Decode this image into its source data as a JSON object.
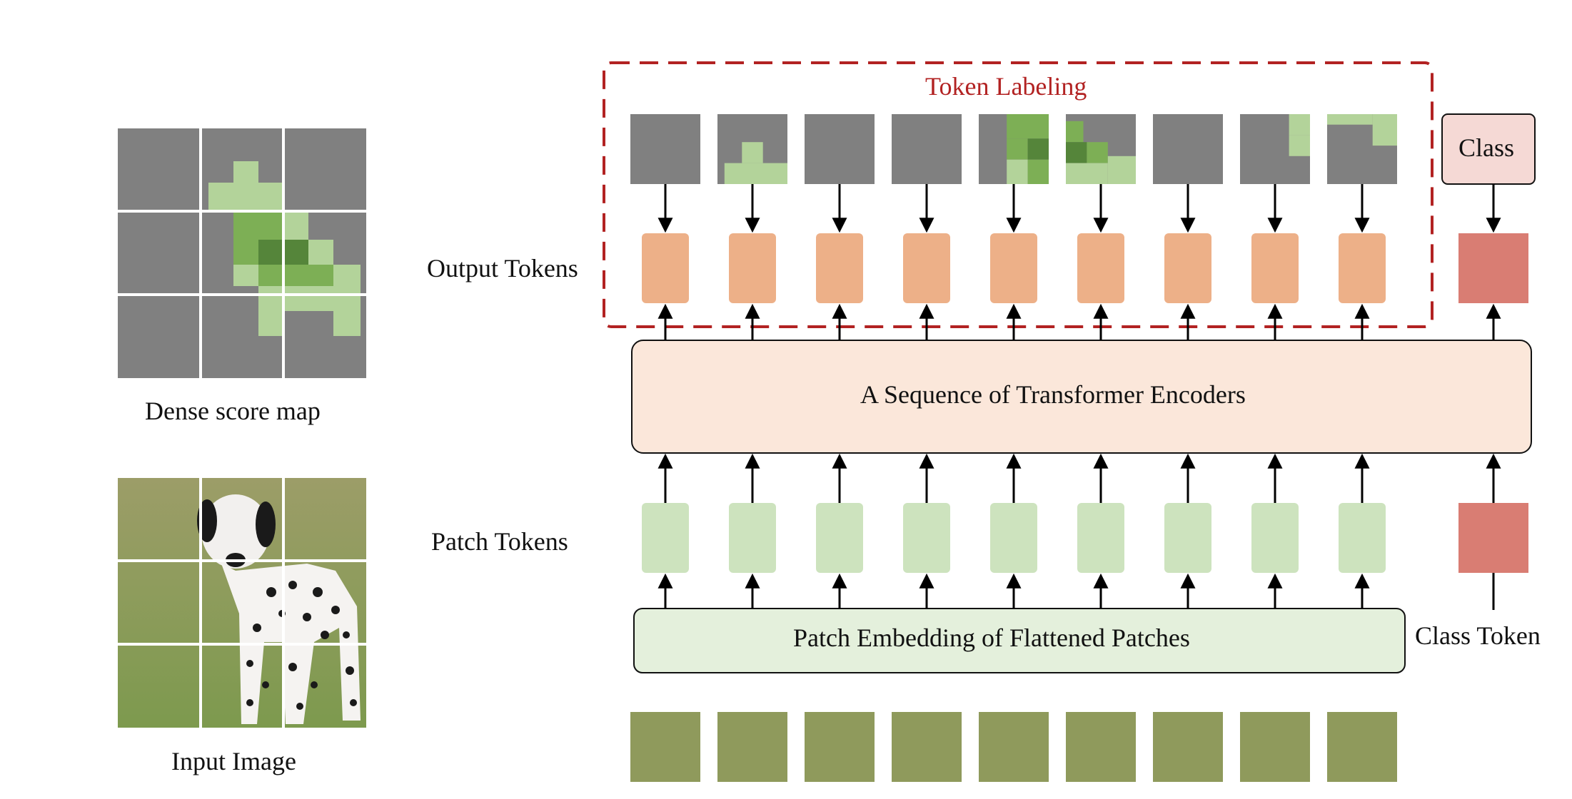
{
  "labels": {
    "dense_score_map": "Dense score map",
    "input_image": "Input Image",
    "token_labeling": "Token Labeling",
    "output_tokens": "Output Tokens",
    "patch_tokens": "Patch Tokens",
    "class_token": "Class Token",
    "class": "Class",
    "encoder": "A Sequence of Transformer Encoders",
    "embedding": "Patch Embedding of Flattened Patches"
  },
  "colors": {
    "gray": "#808080",
    "green_light": "#b3d39a",
    "green_mid": "#7daf55",
    "green_dark": "#55853a",
    "output_token": "#edb088",
    "patch_token": "#cde3be",
    "class_token": "#d97d73",
    "class_box": "#f5d9d5",
    "encoder_fill": "#fbe7da",
    "embedding_fill": "#e4f0dc",
    "token_labeling_border": "#b22222",
    "grass": "#8f9a5c"
  },
  "token_count": 9
}
